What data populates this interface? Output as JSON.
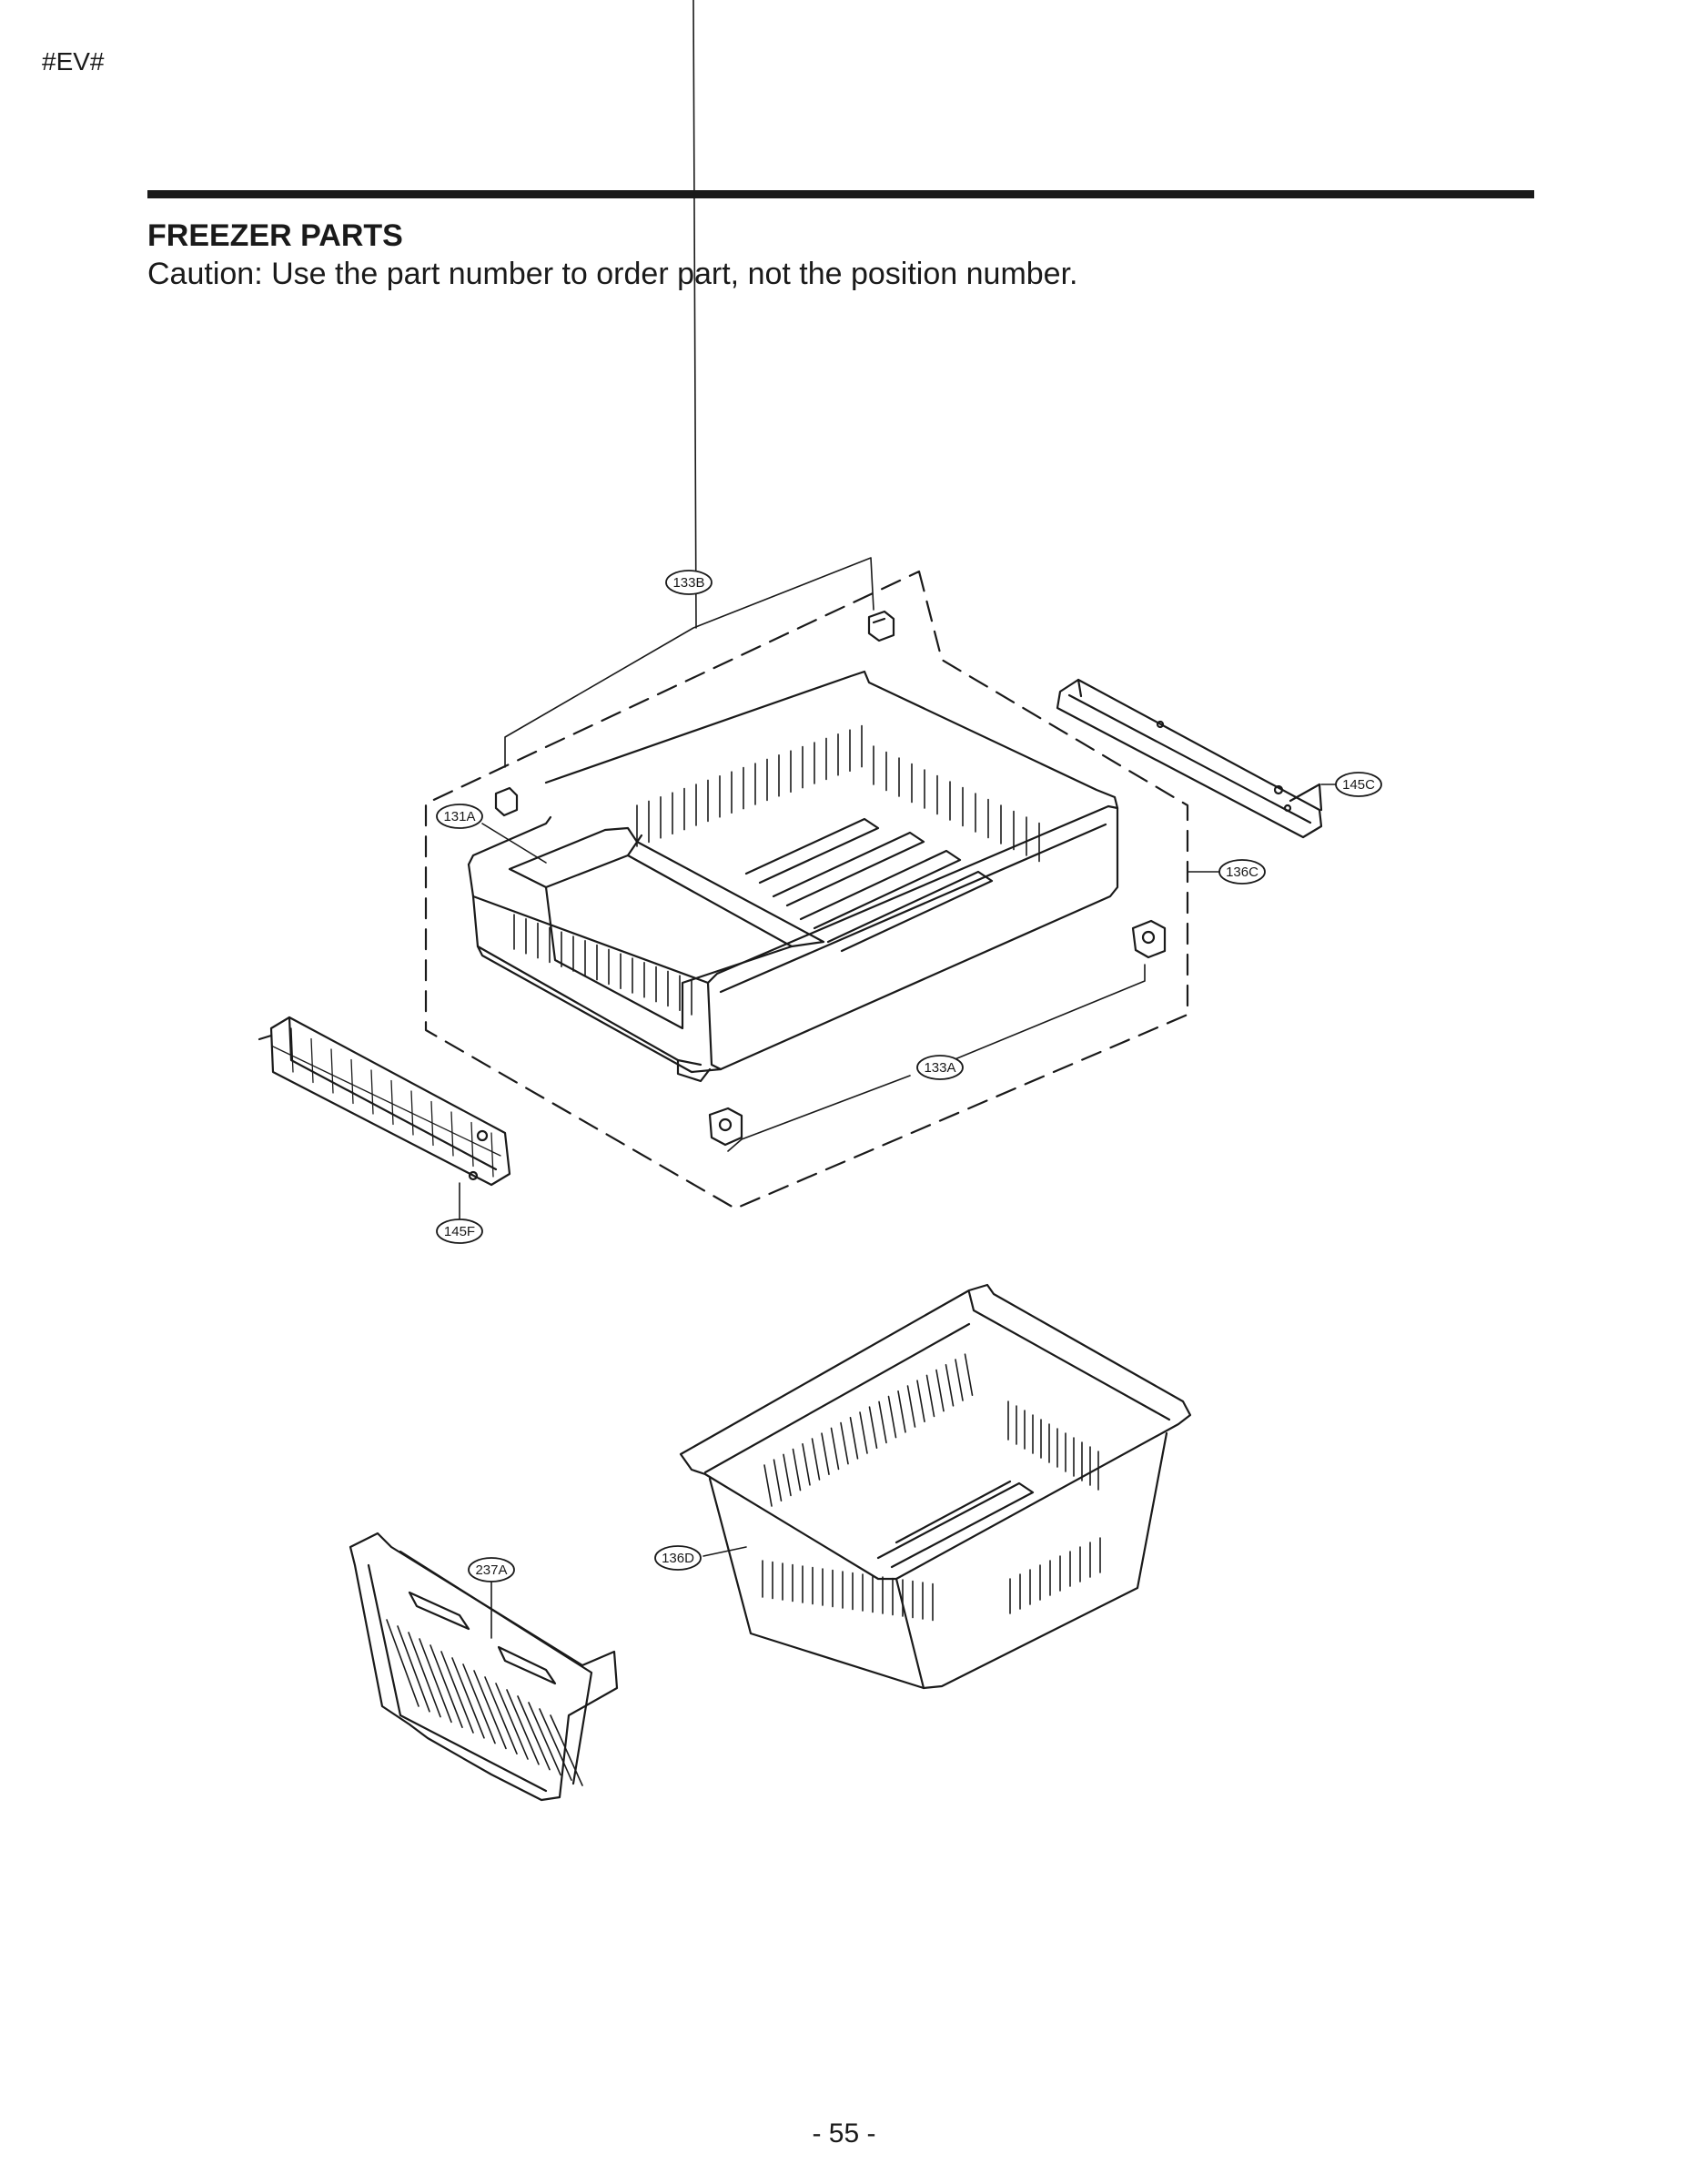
{
  "header": {
    "code": "#EV#"
  },
  "section": {
    "title": "FREEZER PARTS",
    "caution": "Caution: Use the part number to order part, not the position number."
  },
  "callouts": {
    "c133B": "133B",
    "c131A": "131A",
    "c145C": "145C",
    "c136C": "136C",
    "c133A": "133A",
    "c145F": "145F",
    "c237A": "237A",
    "c136D": "136D"
  },
  "footer": {
    "page_number": "- 55 -"
  }
}
